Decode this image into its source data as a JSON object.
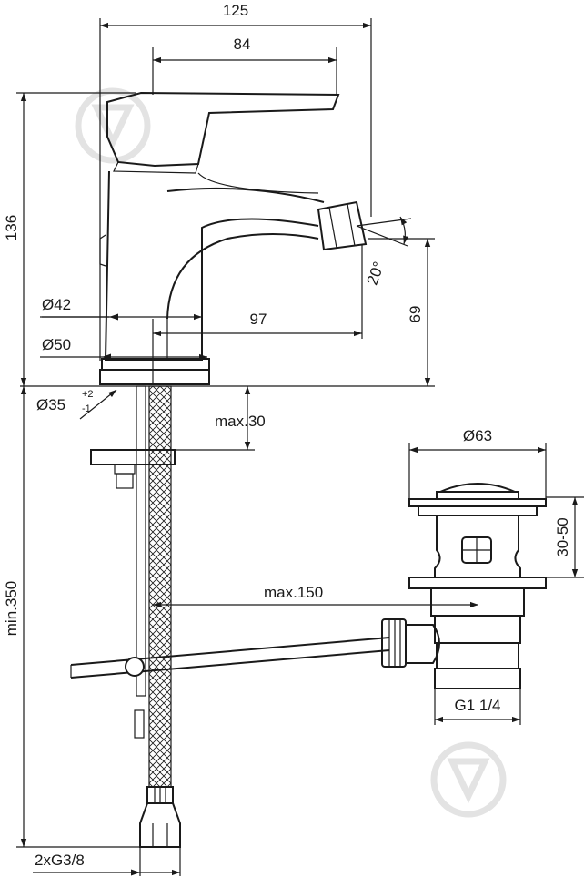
{
  "dimensions": {
    "width_total": "125",
    "width_spout": "84",
    "height_total": "136",
    "base_diameter_42": "Ø42",
    "base_diameter_50": "Ø50",
    "spout_reach": "97",
    "outlet_height": "69",
    "swivel_angle": "20°",
    "hole_diameter": "Ø35",
    "hole_tol_plus": "+2",
    "hole_tol_minus": "-1",
    "deck_thickness": "max.30",
    "hose_length": "min.350",
    "rod_reach": "max.150",
    "waste_diameter": "Ø63",
    "waste_height": "30-50",
    "waste_thread": "G1 1/4",
    "supply_connection": "2xG3/8"
  },
  "icons": {
    "watermark": "watermark-logo-icon"
  },
  "colors": {
    "line": "#1a1a1a",
    "watermark": "#e3e3e3",
    "background": "#ffffff"
  }
}
